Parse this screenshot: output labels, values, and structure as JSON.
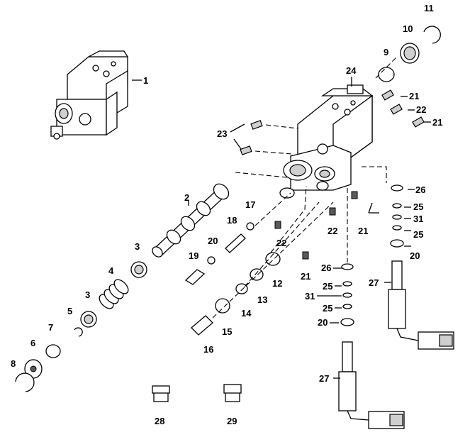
{
  "callouts": {
    "c1": "1",
    "c2": "2",
    "c3a": "3",
    "c3b": "3",
    "c4": "4",
    "c5": "5",
    "c6": "6",
    "c7": "7",
    "c8": "8",
    "c9": "9",
    "c10": "10",
    "c11": "11",
    "c12": "12",
    "c13": "13",
    "c14": "14",
    "c15": "15",
    "c16": "16",
    "c17": "17",
    "c18": "18",
    "c19": "19",
    "c20a": "20",
    "c20b": "20",
    "c20c": "20",
    "c21a": "21",
    "c21b": "21",
    "c21c": "21",
    "c21d": "21",
    "c22a": "22",
    "c22b": "22",
    "c22c": "22",
    "c23": "23",
    "c24": "24",
    "c25a": "25",
    "c25b": "25",
    "c25c": "25",
    "c25d": "25",
    "c26a": "26",
    "c26b": "26",
    "c27a": "27",
    "c27b": "27",
    "c28": "28",
    "c29": "29",
    "c31a": "31",
    "c31b": "31"
  }
}
